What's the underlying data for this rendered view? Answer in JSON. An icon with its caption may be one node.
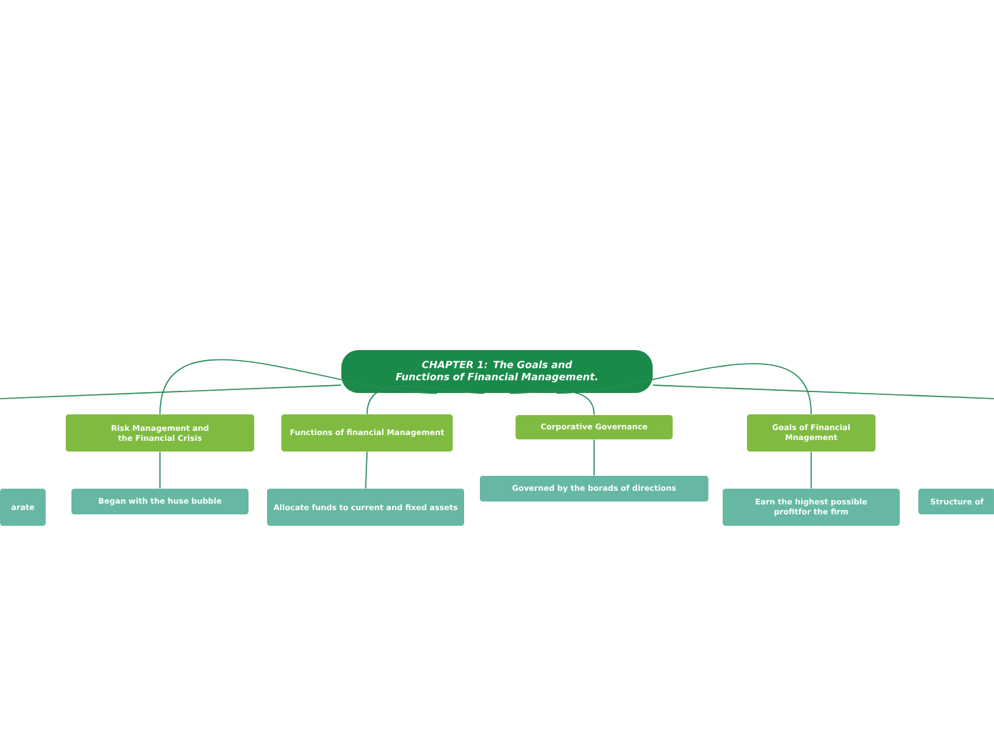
{
  "diagram": {
    "nodes": [
      {
        "text": [
          "CHAPTER 1: The Goals and Functions of Financial Management."
        ]
      },
      {
        "text": [
          "Risk Management and the Financial Crisis"
        ]
      },
      {
        "text": [
          "Functions of financial Management"
        ]
      },
      {
        "text": [
          "Corporative Governance"
        ]
      },
      {
        "text": [
          "Goals of Financial Mnagement"
        ]
      },
      {
        "text": [
          "arate"
        ]
      },
      {
        "text": [
          "Began with the huse bubble"
        ]
      },
      {
        "text": [
          "Allocate funds to current and fixed assets"
        ]
      },
      {
        "text": [
          "Governed by the borads of directions"
        ]
      },
      {
        "text": [
          "Earn the highest possible profitfor the firm"
        ]
      },
      {
        "text": [
          "Structure of"
        ]
      }
    ],
    "edges": [
      {
        "from": 0,
        "to": 1,
        "arrow": "none"
      },
      {
        "from": 0,
        "to": 2,
        "arrow": "none"
      },
      {
        "from": 0,
        "to": 3,
        "arrow": "none"
      },
      {
        "from": 0,
        "to": 4,
        "arrow": "none"
      },
      {
        "from": 1,
        "to": 6,
        "arrow": "none"
      },
      {
        "from": 2,
        "to": 7,
        "arrow": "none"
      },
      {
        "from": 3,
        "to": 8,
        "arrow": "none"
      },
      {
        "from": 4,
        "to": 9,
        "arrow": "none"
      },
      {
        "from": 0,
        "to": null,
        "arrow": "none"
      },
      {
        "from": 0,
        "to": null,
        "arrow": "none"
      }
    ]
  }
}
